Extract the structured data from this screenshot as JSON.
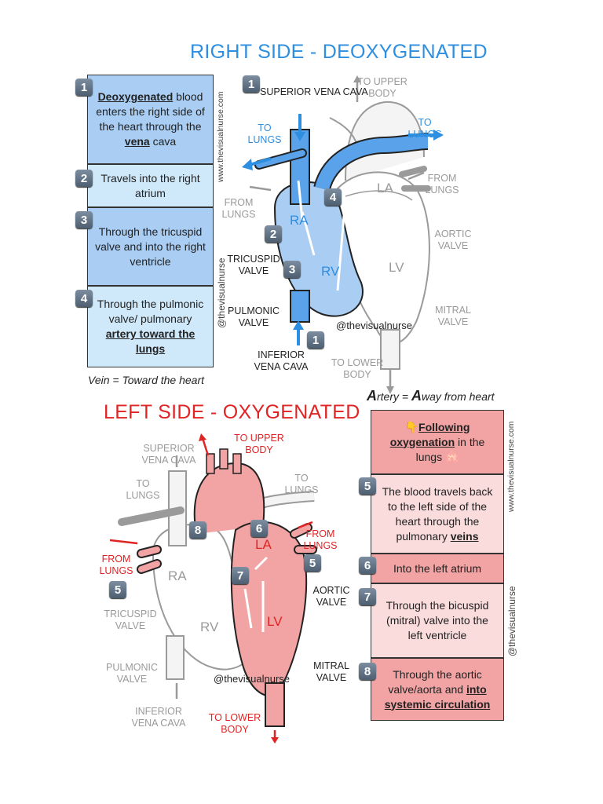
{
  "right": {
    "title": "RIGHT SIDE - DEOXYGENATED",
    "steps": [
      {
        "num": "1",
        "pre": "",
        "b": "Deoxygenated",
        "mid": " blood enters the right side of the heart through the ",
        "b2": "vena",
        "post": " cava"
      },
      {
        "num": "2",
        "text": "Travels into the right atrium"
      },
      {
        "num": "3",
        "text": "Through the tricuspid valve and into the right ventricle"
      },
      {
        "num": "4",
        "pre": "Through the pulmonic valve/ pulmonary ",
        "b": "artery toward the lungs"
      }
    ],
    "vein_note": "Vein = Toward the heart",
    "labels": {
      "svc": "SUPERIOR VENA CAVA",
      "to_upper": "TO UPPER BODY",
      "to_lungs_left": "TO LUNGS",
      "to_lungs_right": "TO LUNGS",
      "from_lungs_left": "FROM LUNGS",
      "from_lungs_right": "FROM LUNGS",
      "tricuspid": "TRICUSPID VALVE",
      "pulmonic": "PULMONIC VALVE",
      "aortic": "AORTIC VALVE",
      "mitral": "MITRAL VALVE",
      "ivc": "INFERIOR VENA CAVA",
      "to_lower": "TO LOWER BODY",
      "ra": "RA",
      "rv": "RV",
      "la": "LA",
      "lv": "LV",
      "watermark": "@thevisualnurse",
      "vert1": "www.thevisualnurse.com",
      "vert2": "@thevisualnurse"
    },
    "diagram_nums": [
      "1",
      "2",
      "3",
      "4",
      "1"
    ]
  },
  "artery_note": {
    "a1": "A",
    "t1": "rtery = ",
    "a2": "A",
    "t2": "way from heart"
  },
  "left": {
    "title": "LEFT SIDE - OXYGENATED",
    "steps": [
      {
        "icon": "👇",
        "b": "Following oxygenation",
        "post": " in the lungs 🫁"
      },
      {
        "num": "5",
        "pre": "The blood travels back to the left side of the heart through the pulmonary ",
        "b": "veins"
      },
      {
        "num": "6",
        "text": "Into the left atrium"
      },
      {
        "num": "7",
        "text": "Through the bicuspid (mitral) valve into the left ventricle"
      },
      {
        "num": "8",
        "pre": "Through the aortic valve/aorta and ",
        "b": "into systemic circulation"
      }
    ],
    "labels": {
      "svc": "SUPERIOR VENA CAVA",
      "to_upper": "TO UPPER BODY",
      "to_lungs_left": "TO LUNGS",
      "to_lungs_right": "TO LUNGS",
      "from_lungs_left": "FROM LUNGS",
      "from_lungs_right": "FROM LUNGS",
      "tricuspid": "TRICUSPID VALVE",
      "pulmonic": "PULMONIC VALVE",
      "aortic": "AORTIC VALVE",
      "mitral": "MITRAL VALVE",
      "ivc": "INFERIOR VENA CAVA",
      "to_lower": "TO LOWER BODY",
      "ra": "RA",
      "rv": "RV",
      "la": "LA",
      "lv": "LV",
      "watermark": "@thevisualnurse",
      "vert1": "www.thevisualnurse.com",
      "vert2": "@thevisualnurse"
    },
    "diagram_nums": [
      "8",
      "6",
      "5",
      "7"
    ]
  },
  "colors": {
    "blue": "#2e8ee0",
    "blue_fill": "#a9cdf3",
    "blue_light": "#cfe9fb",
    "red": "#e02424",
    "red_fill": "#f2a3a3",
    "red_light": "#fbdcdc",
    "gray": "#9a9a9a"
  }
}
